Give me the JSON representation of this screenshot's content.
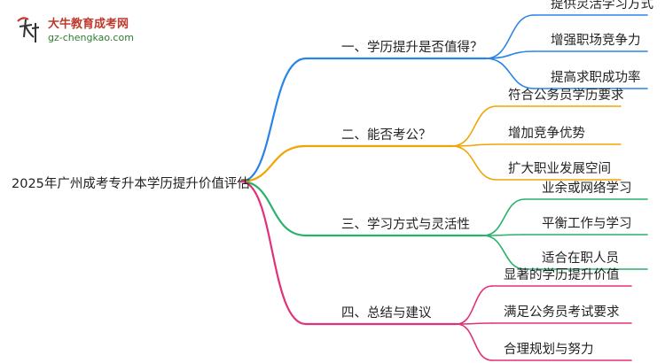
{
  "logo": {
    "title": "大牛教育成考网",
    "url": "gz-chengkao.com",
    "mark_glyph": "大牛"
  },
  "root": "2025年广州成考专升本学历提升价值评估",
  "branches": [
    {
      "label": "一、学历提升是否值得？",
      "color": "#2a84e8",
      "children": [
        "提供灵活学习方式",
        "增强职场竞争力",
        "提高求职成功率"
      ]
    },
    {
      "label": "二、能否考公？",
      "color": "#f0a500",
      "children": [
        "符合公务员学历要求",
        "增加竞争优势",
        "扩大职业发展空间"
      ]
    },
    {
      "label": "三、学习方式与灵活性",
      "color": "#27b26a",
      "children": [
        "业余或网络学习",
        "平衡工作与学习",
        "适合在职人员"
      ]
    },
    {
      "label": "四、总结与建议",
      "color": "#e0317a",
      "children": [
        "显著的学历提升价值",
        "满足公务员考试要求",
        "合理规划与努力"
      ]
    }
  ]
}
